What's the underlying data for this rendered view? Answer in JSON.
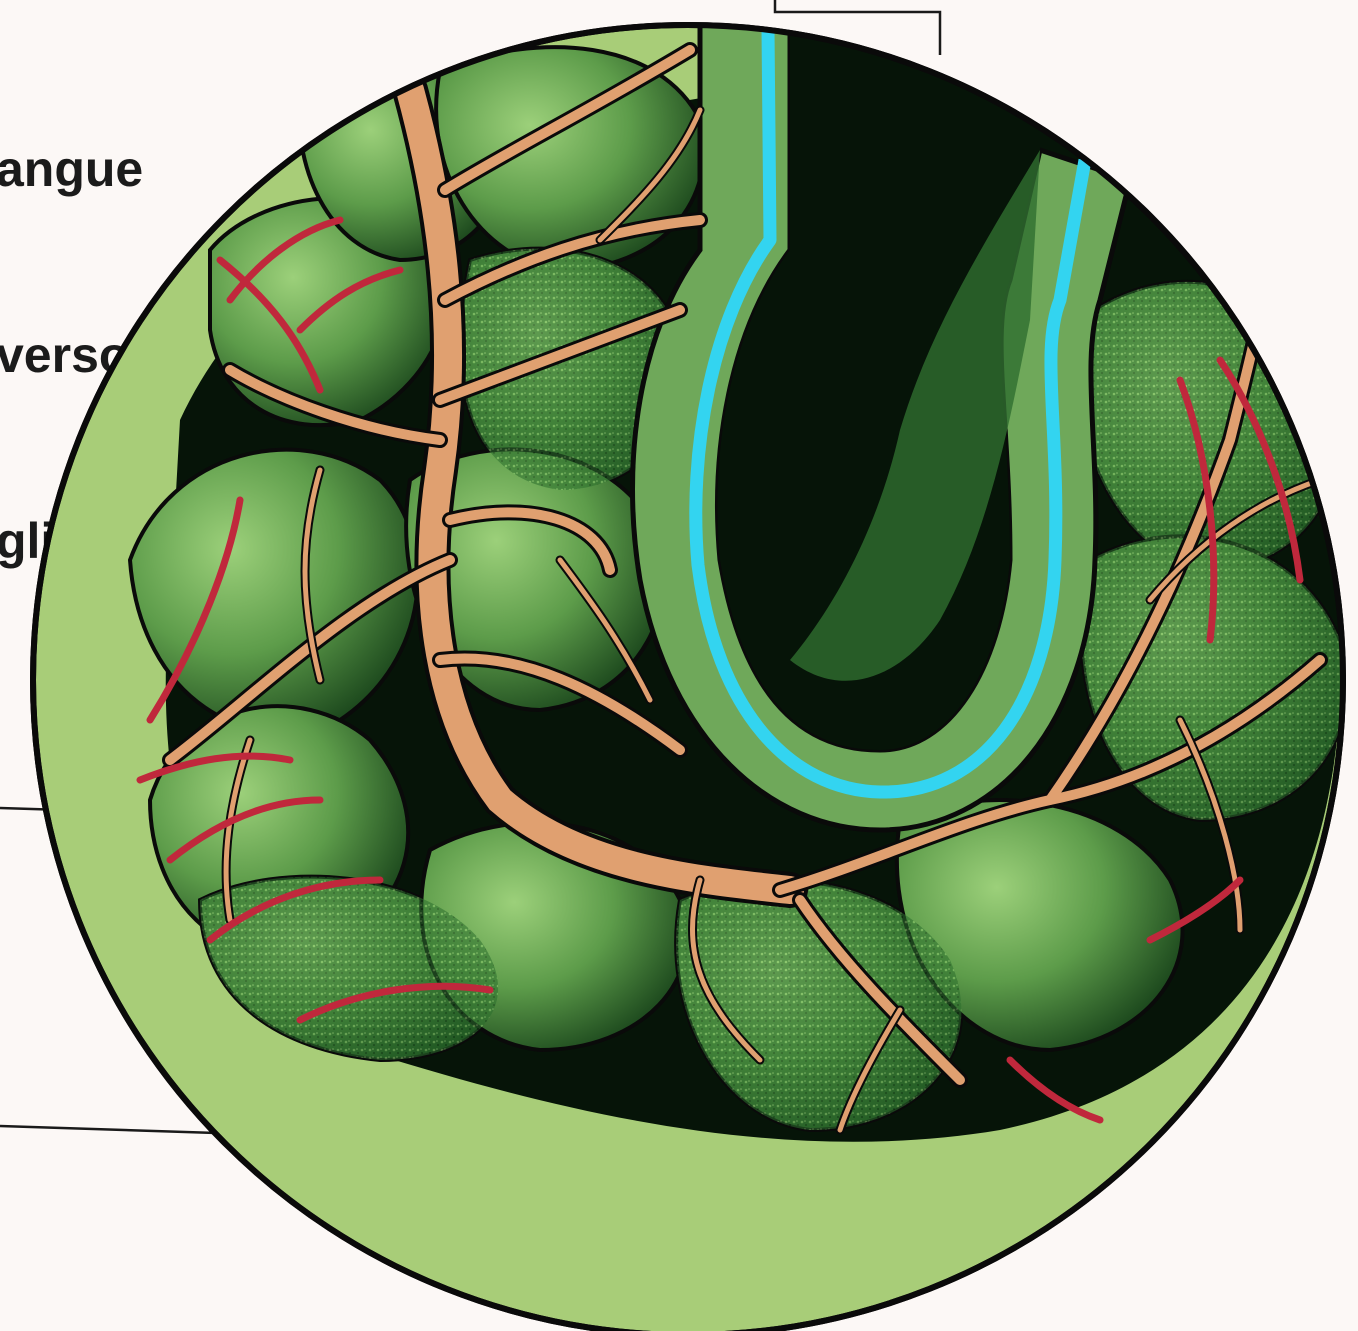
{
  "caption": {
    "lines": [
      "angue",
      "verso",
      "gli"
    ],
    "corner_fragment": "...."
  },
  "colors": {
    "paper": "#fcf8f6",
    "disc": "#a8cd78",
    "lobe_light": "#77b45c",
    "lobe_dark": "#1e5a22",
    "deep": "#061408",
    "artery": "#e0a070",
    "vein": "#c0283c",
    "airway_wall": "#6fa85a",
    "airway_lining": "#33d4f0",
    "outline": "#0a0a0a"
  },
  "icons": [
    "alveolar-sac-icon",
    "blood-vessel-icon"
  ]
}
